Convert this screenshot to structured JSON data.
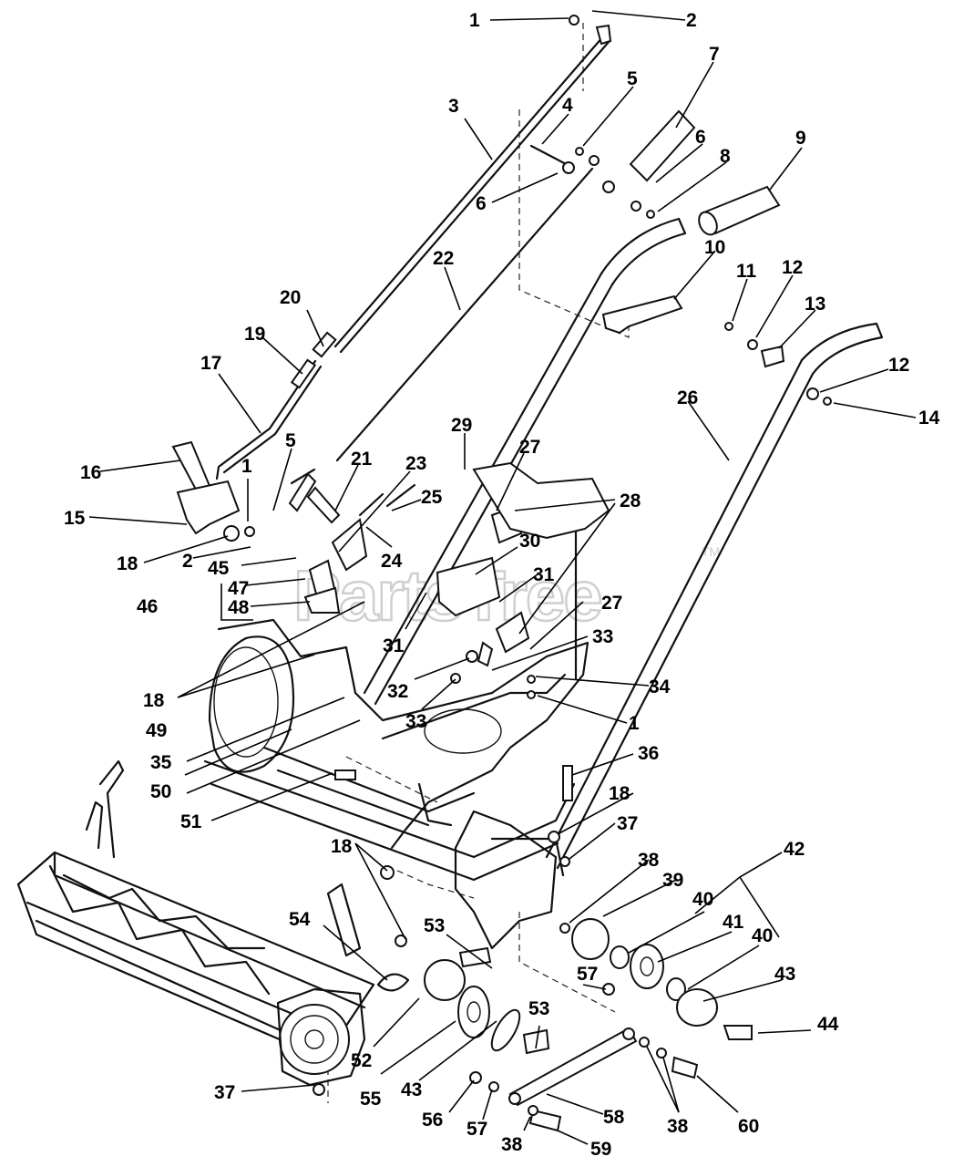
{
  "watermark": {
    "text": "PartsTree",
    "trademark": "TM"
  },
  "labels": [
    {
      "id": "c1",
      "text": "1"
    },
    {
      "id": "c2",
      "text": "2"
    },
    {
      "id": "c3",
      "text": "3"
    },
    {
      "id": "c4",
      "text": "4"
    },
    {
      "id": "c5",
      "text": "5"
    },
    {
      "id": "c6",
      "text": "6"
    },
    {
      "id": "c6b",
      "text": "6"
    },
    {
      "id": "c7",
      "text": "7"
    },
    {
      "id": "c8",
      "text": "8"
    },
    {
      "id": "c9",
      "text": "9"
    },
    {
      "id": "c10",
      "text": "10"
    },
    {
      "id": "c11",
      "text": "11"
    },
    {
      "id": "c12",
      "text": "12"
    },
    {
      "id": "c12b",
      "text": "12"
    },
    {
      "id": "c13",
      "text": "13"
    },
    {
      "id": "c14",
      "text": "14"
    },
    {
      "id": "c15",
      "text": "15"
    },
    {
      "id": "c16",
      "text": "16"
    },
    {
      "id": "c17",
      "text": "17"
    },
    {
      "id": "c18",
      "text": "18"
    },
    {
      "id": "c18b",
      "text": "18"
    },
    {
      "id": "c18c",
      "text": "18"
    },
    {
      "id": "c18d",
      "text": "18"
    },
    {
      "id": "c19",
      "text": "19"
    },
    {
      "id": "c20",
      "text": "20"
    },
    {
      "id": "c21",
      "text": "21"
    },
    {
      "id": "c22",
      "text": "22"
    },
    {
      "id": "c23",
      "text": "23"
    },
    {
      "id": "c24",
      "text": "24"
    },
    {
      "id": "c25",
      "text": "25"
    },
    {
      "id": "c26",
      "text": "26"
    },
    {
      "id": "c27",
      "text": "27"
    },
    {
      "id": "c27b",
      "text": "27"
    },
    {
      "id": "c28",
      "text": "28"
    },
    {
      "id": "c29",
      "text": "29"
    },
    {
      "id": "c30",
      "text": "30"
    },
    {
      "id": "c31",
      "text": "31"
    },
    {
      "id": "c31b",
      "text": "31"
    },
    {
      "id": "c32",
      "text": "32"
    },
    {
      "id": "c33",
      "text": "33"
    },
    {
      "id": "c33b",
      "text": "33"
    },
    {
      "id": "c34",
      "text": "34"
    },
    {
      "id": "c1b",
      "text": "1"
    },
    {
      "id": "c1c",
      "text": "1"
    },
    {
      "id": "c2b",
      "text": "2"
    },
    {
      "id": "c5b",
      "text": "5"
    },
    {
      "id": "c35",
      "text": "35"
    },
    {
      "id": "c36",
      "text": "36"
    },
    {
      "id": "c37",
      "text": "37"
    },
    {
      "id": "c37b",
      "text": "37"
    },
    {
      "id": "c38",
      "text": "38"
    },
    {
      "id": "c38b",
      "text": "38"
    },
    {
      "id": "c38c",
      "text": "38"
    },
    {
      "id": "c39",
      "text": "39"
    },
    {
      "id": "c40",
      "text": "40"
    },
    {
      "id": "c40b",
      "text": "40"
    },
    {
      "id": "c41",
      "text": "41"
    },
    {
      "id": "c42",
      "text": "42"
    },
    {
      "id": "c43",
      "text": "43"
    },
    {
      "id": "c43b",
      "text": "43"
    },
    {
      "id": "c44",
      "text": "44"
    },
    {
      "id": "c45",
      "text": "45"
    },
    {
      "id": "c46",
      "text": "46"
    },
    {
      "id": "c47",
      "text": "47"
    },
    {
      "id": "c48",
      "text": "48"
    },
    {
      "id": "c49",
      "text": "49"
    },
    {
      "id": "c50",
      "text": "50"
    },
    {
      "id": "c51",
      "text": "51"
    },
    {
      "id": "c52",
      "text": "52"
    },
    {
      "id": "c53",
      "text": "53"
    },
    {
      "id": "c53b",
      "text": "53"
    },
    {
      "id": "c54",
      "text": "54"
    },
    {
      "id": "c55",
      "text": "55"
    },
    {
      "id": "c56",
      "text": "56"
    },
    {
      "id": "c57",
      "text": "57"
    },
    {
      "id": "c57b",
      "text": "57"
    },
    {
      "id": "c58",
      "text": "58"
    },
    {
      "id": "c59",
      "text": "59"
    },
    {
      "id": "c60",
      "text": "60"
    }
  ]
}
